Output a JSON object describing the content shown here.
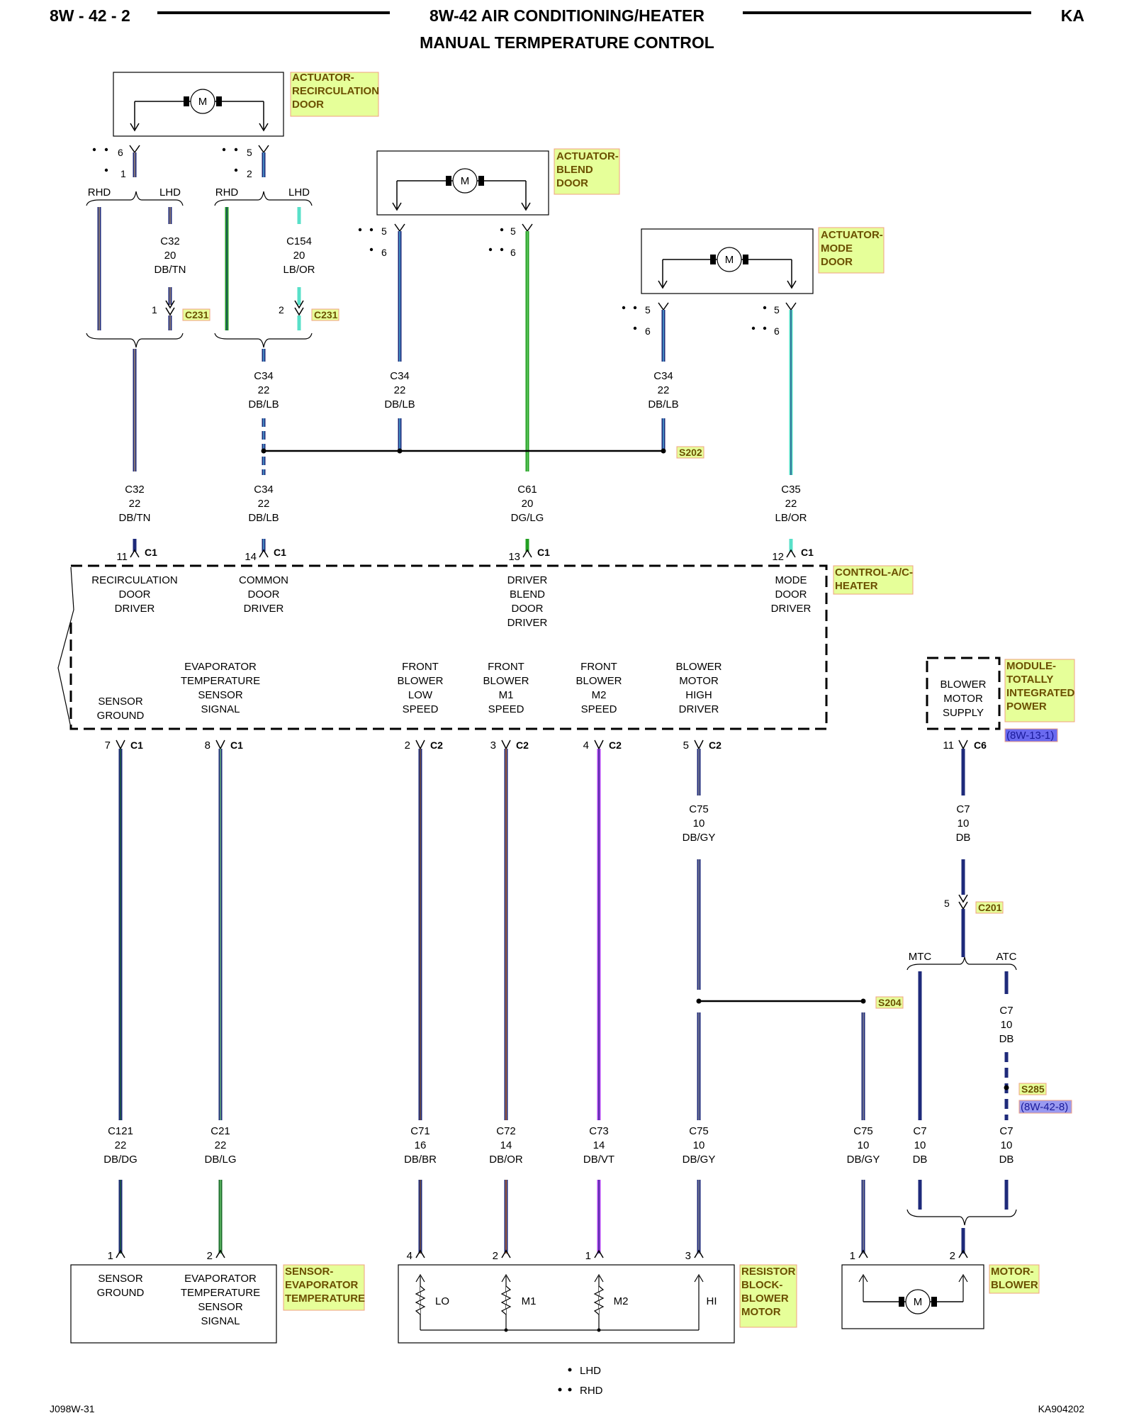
{
  "header": {
    "left": "8W - 42 - 2",
    "title": "8W-42 AIR CONDITIONING/HEATER",
    "subtitle": "MANUAL TERMPERATURE CONTROL",
    "right": "KA"
  },
  "footer": {
    "left": "J098W-31",
    "right": "KA904202"
  },
  "legend": {
    "single_dot": "LHD",
    "double_dot": "RHD"
  },
  "components": {
    "recirc_actuator": "ACTUATOR-\nRECIRCULATION\nDOOR",
    "blend_actuator": "ACTUATOR-\nBLEND\nDOOR",
    "mode_actuator": "ACTUATOR-\nMODE\nDOOR",
    "control_heater": "CONTROL-A/C-\nHEATER",
    "tipm": "MODULE-\nTOTALLY\nINTEGRATED\nPOWER",
    "evap_sensor": "SENSOR-\nEVAPORATOR\nTEMPERATURE",
    "resistor_block": "RESISTOR\nBLOCK-\nBLOWER\nMOTOR",
    "blower_motor": "MOTOR-\nBLOWER"
  },
  "refs": {
    "tipm": "(8W-13-1)",
    "s285": "(8W-42-8)"
  },
  "tags": {
    "c231_a": "C231",
    "c231_b": "C231",
    "s202": "S202",
    "s204": "S204",
    "c201": "C201",
    "s285": "S285"
  },
  "motor_symbol": "M",
  "pins": {
    "p6": "6",
    "p1": "1",
    "p5": "5",
    "p2": "2",
    "b5l": "5",
    "b6l": "6",
    "b5r": "5",
    "b6r": "6",
    "m5l": "5",
    "m6l": "6",
    "m5r": "5",
    "m6r": "6",
    "c231_1": "1",
    "c231_2": "2",
    "c201_5": "5"
  },
  "splits": {
    "rhd1": "RHD",
    "lhd1": "LHD",
    "rhd2": "RHD",
    "lhd2": "LHD",
    "mtc": "MTC",
    "atc": "ATC"
  },
  "wires": {
    "w_c32_top": "C32\n20\nDB/TN",
    "w_c154": "C154\n20\nLB/OR",
    "w_c34_a": "C34\n22\nDB/LB",
    "w_c34_b": "C34\n22\nDB/LB",
    "w_c34_c": "C34\n22\nDB/LB",
    "w_c32_bot": "C32\n22\nDB/TN",
    "w_c34_bot": "C34\n22\nDB/LB",
    "w_c61": "C61\n20\nDG/LG",
    "w_c35": "C35\n22\nLB/OR",
    "w_c75_top": "C75\n10\nDB/GY",
    "w_c7_top": "C7\n10\nDB",
    "w_c7_atc": "C7\n10\nDB",
    "w_c121": "C121\n22\nDB/DG",
    "w_c21": "C21\n22\nDB/LG",
    "w_c71": "C71\n16\nDB/BR",
    "w_c72": "C72\n14\nDB/OR",
    "w_c73": "C73\n14\nDB/VT",
    "w_c75_a": "C75\n10\nDB/GY",
    "w_c75_b": "C75\n10\nDB/GY",
    "w_c7_mtc": "C7\n10\nDB",
    "w_c7_atc2": "C7\n10\nDB"
  },
  "control_top_pins": [
    {
      "num": "11",
      "conn": "C1",
      "label": "RECIRCULATION\nDOOR\nDRIVER"
    },
    {
      "num": "14",
      "conn": "C1",
      "label": "COMMON\nDOOR\nDRIVER"
    },
    {
      "num": "13",
      "conn": "C1",
      "label": "DRIVER\nBLEND\nDOOR\nDRIVER"
    },
    {
      "num": "12",
      "conn": "C1",
      "label": "MODE\nDOOR\nDRIVER"
    }
  ],
  "control_bottom_pins": [
    {
      "num": "7",
      "conn": "C1",
      "label": "SENSOR\nGROUND"
    },
    {
      "num": "8",
      "conn": "C1",
      "label": "EVAPORATOR\nTEMPERATURE\nSENSOR\nSIGNAL"
    },
    {
      "num": "2",
      "conn": "C2",
      "label": "FRONT\nBLOWER\nLOW\nSPEED"
    },
    {
      "num": "3",
      "conn": "C2",
      "label": "FRONT\nBLOWER\nM1\nSPEED"
    },
    {
      "num": "4",
      "conn": "C2",
      "label": "FRONT\nBLOWER\nM2\nSPEED"
    },
    {
      "num": "5",
      "conn": "C2",
      "label": "BLOWER\nMOTOR\nHIGH\nDRIVER"
    }
  ],
  "tipm_pin": {
    "num": "11",
    "conn": "C6",
    "label": "BLOWER\nMOTOR\nSUPPLY"
  },
  "sensor_pins": [
    {
      "num": "1",
      "label": "SENSOR\nGROUND"
    },
    {
      "num": "2",
      "label": "EVAPORATOR\nTEMPERATURE\nSENSOR\nSIGNAL"
    }
  ],
  "resistor_pins": [
    {
      "num": "4",
      "label": "LO"
    },
    {
      "num": "2",
      "label": "M1"
    },
    {
      "num": "1",
      "label": "M2"
    },
    {
      "num": "3",
      "label": "HI"
    }
  ],
  "motor_pins": [
    {
      "num": "1"
    },
    {
      "num": "2"
    }
  ],
  "colors": {
    "DB": "#1e2a7a",
    "TN": "#c8a878",
    "LB": "#5bc8f0",
    "OR": "#f08020",
    "DG": "#1a6b2a",
    "LG": "#7ad67a",
    "BR": "#8b5a2b",
    "VT": "#b040f0",
    "GY": "#a0a0a0",
    "TQ": "#58e0c8",
    "GREEN": "#23a023",
    "tag_fill": "#e6ff99",
    "tag_border": "#f0a080",
    "ref_fill": "#6a6af0"
  }
}
